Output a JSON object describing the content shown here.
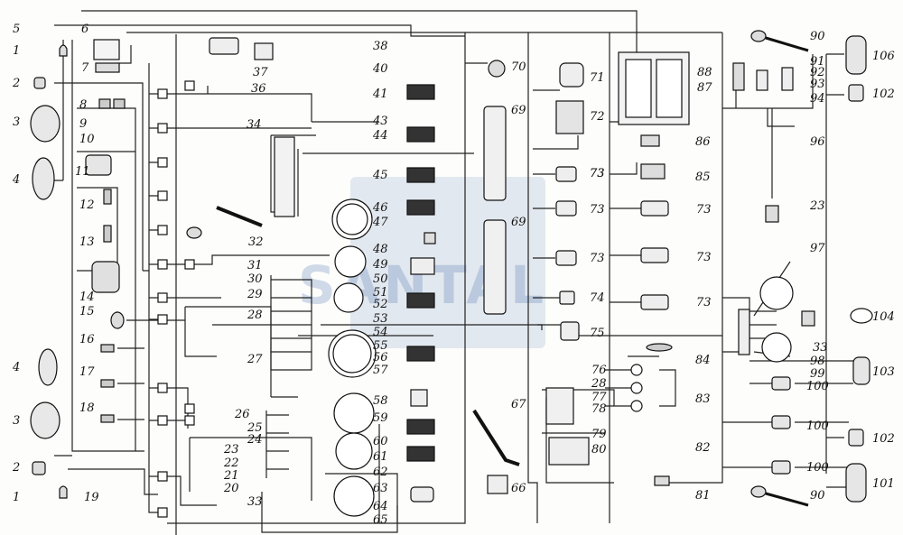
{
  "watermark": {
    "text": "SANTAL"
  },
  "labels": [
    {
      "id": "1a",
      "text": "1"
    },
    {
      "id": "2a",
      "text": "2"
    },
    {
      "id": "3a",
      "text": "3"
    },
    {
      "id": "4a",
      "text": "4"
    },
    {
      "id": "5",
      "text": "5"
    },
    {
      "id": "6",
      "text": "6"
    },
    {
      "id": "7",
      "text": "7"
    },
    {
      "id": "8",
      "text": "8"
    },
    {
      "id": "9",
      "text": "9"
    },
    {
      "id": "10",
      "text": "10"
    },
    {
      "id": "11",
      "text": "11"
    },
    {
      "id": "12",
      "text": "12"
    },
    {
      "id": "13",
      "text": "13"
    },
    {
      "id": "14",
      "text": "14"
    },
    {
      "id": "15",
      "text": "15"
    },
    {
      "id": "16",
      "text": "16"
    },
    {
      "id": "17",
      "text": "17"
    },
    {
      "id": "18",
      "text": "18"
    },
    {
      "id": "4b",
      "text": "4"
    },
    {
      "id": "3b",
      "text": "3"
    },
    {
      "id": "2b",
      "text": "2"
    },
    {
      "id": "1b",
      "text": "1"
    },
    {
      "id": "19",
      "text": "19"
    },
    {
      "id": "20",
      "text": "20"
    },
    {
      "id": "21",
      "text": "21"
    },
    {
      "id": "22",
      "text": "22"
    },
    {
      "id": "23a",
      "text": "23"
    },
    {
      "id": "24",
      "text": "24"
    },
    {
      "id": "25",
      "text": "25"
    },
    {
      "id": "26",
      "text": "26"
    },
    {
      "id": "27",
      "text": "27"
    },
    {
      "id": "28a",
      "text": "28"
    },
    {
      "id": "29",
      "text": "29"
    },
    {
      "id": "30",
      "text": "30"
    },
    {
      "id": "31",
      "text": "31"
    },
    {
      "id": "32",
      "text": "32"
    },
    {
      "id": "33a",
      "text": "33"
    },
    {
      "id": "34",
      "text": "34"
    },
    {
      "id": "36",
      "text": "36"
    },
    {
      "id": "37",
      "text": "37"
    },
    {
      "id": "38",
      "text": "38"
    },
    {
      "id": "40",
      "text": "40"
    },
    {
      "id": "41",
      "text": "41"
    },
    {
      "id": "43",
      "text": "43"
    },
    {
      "id": "44",
      "text": "44"
    },
    {
      "id": "45",
      "text": "45"
    },
    {
      "id": "46",
      "text": "46"
    },
    {
      "id": "47",
      "text": "47"
    },
    {
      "id": "48",
      "text": "48"
    },
    {
      "id": "49",
      "text": "49"
    },
    {
      "id": "50",
      "text": "50"
    },
    {
      "id": "51",
      "text": "51"
    },
    {
      "id": "52",
      "text": "52"
    },
    {
      "id": "53",
      "text": "53"
    },
    {
      "id": "54",
      "text": "54"
    },
    {
      "id": "55",
      "text": "55"
    },
    {
      "id": "56",
      "text": "56"
    },
    {
      "id": "57",
      "text": "57"
    },
    {
      "id": "58",
      "text": "58"
    },
    {
      "id": "59",
      "text": "59"
    },
    {
      "id": "60",
      "text": "60"
    },
    {
      "id": "61",
      "text": "61"
    },
    {
      "id": "62",
      "text": "62"
    },
    {
      "id": "63",
      "text": "63"
    },
    {
      "id": "64",
      "text": "64"
    },
    {
      "id": "65",
      "text": "65"
    },
    {
      "id": "66",
      "text": "66"
    },
    {
      "id": "67",
      "text": "67"
    },
    {
      "id": "69a",
      "text": "69"
    },
    {
      "id": "69b",
      "text": "69"
    },
    {
      "id": "70",
      "text": "70"
    },
    {
      "id": "71",
      "text": "71"
    },
    {
      "id": "72",
      "text": "72"
    },
    {
      "id": "73a",
      "text": "73"
    },
    {
      "id": "73b",
      "text": "73"
    },
    {
      "id": "73c",
      "text": "73"
    },
    {
      "id": "73d",
      "text": "73"
    },
    {
      "id": "73e",
      "text": "73"
    },
    {
      "id": "73f",
      "text": "73"
    },
    {
      "id": "73g",
      "text": "73"
    },
    {
      "id": "74",
      "text": "74"
    },
    {
      "id": "75",
      "text": "75"
    },
    {
      "id": "76",
      "text": "76"
    },
    {
      "id": "28b",
      "text": "28"
    },
    {
      "id": "77",
      "text": "77"
    },
    {
      "id": "78",
      "text": "78"
    },
    {
      "id": "79",
      "text": "79"
    },
    {
      "id": "80",
      "text": "80"
    },
    {
      "id": "81",
      "text": "81"
    },
    {
      "id": "82",
      "text": "82"
    },
    {
      "id": "83",
      "text": "83"
    },
    {
      "id": "84",
      "text": "84"
    },
    {
      "id": "85",
      "text": "85"
    },
    {
      "id": "86",
      "text": "86"
    },
    {
      "id": "87",
      "text": "87"
    },
    {
      "id": "88",
      "text": "88"
    },
    {
      "id": "90a",
      "text": "90"
    },
    {
      "id": "90b",
      "text": "90"
    },
    {
      "id": "91",
      "text": "91"
    },
    {
      "id": "92",
      "text": "92"
    },
    {
      "id": "93",
      "text": "93"
    },
    {
      "id": "94",
      "text": "94"
    },
    {
      "id": "96",
      "text": "96"
    },
    {
      "id": "23b",
      "text": "23"
    },
    {
      "id": "97",
      "text": "97"
    },
    {
      "id": "33b",
      "text": "33"
    },
    {
      "id": "98",
      "text": "98"
    },
    {
      "id": "99",
      "text": "99"
    },
    {
      "id": "100a",
      "text": "100"
    },
    {
      "id": "100b",
      "text": "100"
    },
    {
      "id": "100c",
      "text": "100"
    },
    {
      "id": "101",
      "text": "101"
    },
    {
      "id": "102a",
      "text": "102"
    },
    {
      "id": "102b",
      "text": "102"
    },
    {
      "id": "103",
      "text": "103"
    },
    {
      "id": "104",
      "text": "104"
    },
    {
      "id": "106",
      "text": "106"
    }
  ]
}
